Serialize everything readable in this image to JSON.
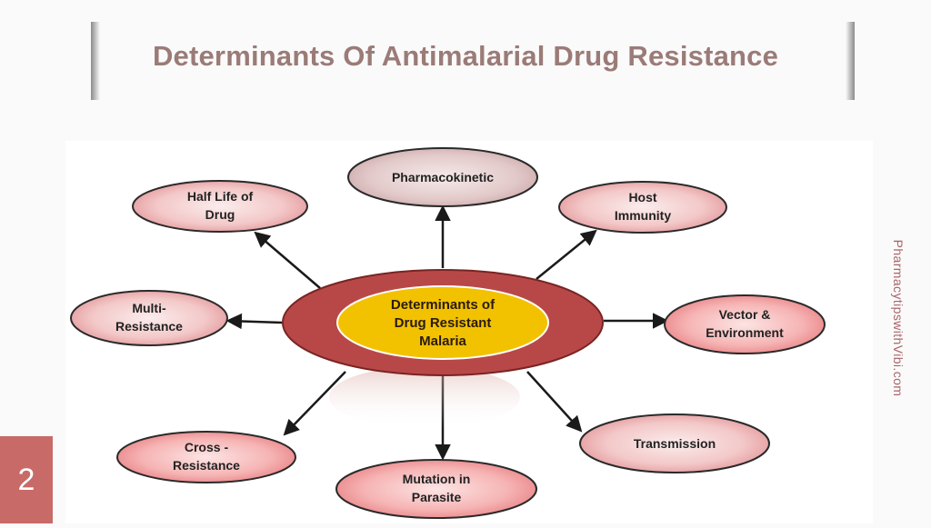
{
  "slide": {
    "title": "Determinants Of Antimalarial Drug Resistance",
    "side_label": "PharmacytipswithVibi.com",
    "page_number": "2"
  },
  "diagram": {
    "center": {
      "line1": "Determinants  of",
      "line2": "Drug Resistant",
      "line3": "Malaria"
    },
    "nodes": {
      "pharmacokinetic": {
        "line1": "Pharmacokinetic"
      },
      "half_life": {
        "line1": "Half Life of",
        "line2": "Drug"
      },
      "host_immunity": {
        "line1": "Host",
        "line2": "Immunity"
      },
      "multi_resistance": {
        "line1": "Multi-",
        "line2": "Resistance"
      },
      "vector_environment": {
        "line1": "Vector &",
        "line2": "Environment"
      },
      "cross_resistance": {
        "line1": "Cross -",
        "line2": "Resistance"
      },
      "transmission": {
        "line1": "Transmission"
      },
      "mutation": {
        "line1": "Mutation in",
        "line2": "Parasite"
      }
    }
  },
  "colors": {
    "title": "#9b7b77",
    "outer_ring": "#b84848",
    "center_fill": "#f2c200",
    "page_badge": "#c76a68",
    "side_label": "#a9656a"
  }
}
